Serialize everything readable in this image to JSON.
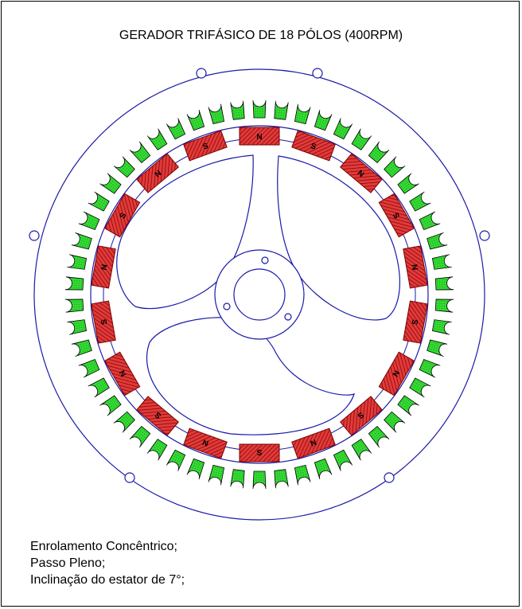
{
  "diagram": {
    "title": "GERADOR TRIFÁSICO DE 18 PÓLOS (400RPM)",
    "slot_count": 54,
    "pole_count": 18,
    "magnet_labels": [
      "N",
      "S",
      "N",
      "S",
      "N",
      "S",
      "N",
      "S",
      "N",
      "S",
      "N",
      "S",
      "N",
      "S",
      "N",
      "S",
      "N",
      "S"
    ],
    "colors": {
      "outline": "#1a1aa8",
      "coil_fill": "#33dd33",
      "coil_stroke": "#000000",
      "magnet_fill": "#e23a3a",
      "magnet_stroke": "#7a0000"
    }
  },
  "notes": [
    "Enrolamento Concêntrico;",
    "Passo Pleno;",
    "Inclinação do estator de 7°;"
  ]
}
